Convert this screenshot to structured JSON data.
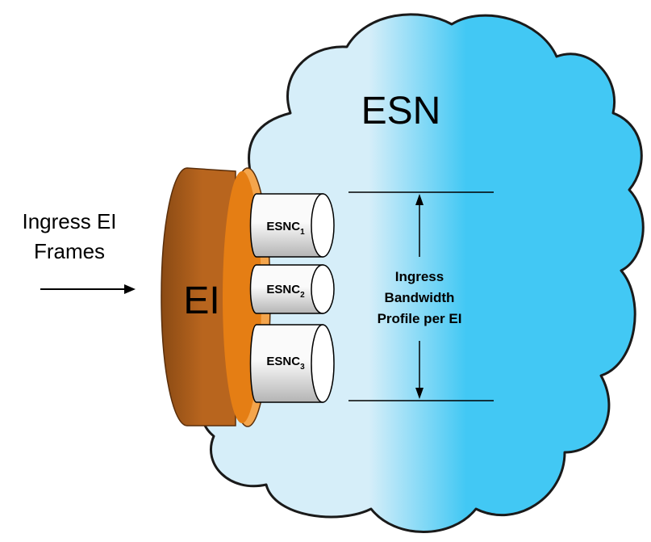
{
  "network": {
    "label": "ESN"
  },
  "ingress": {
    "line1": "Ingress EI",
    "line2": "Frames"
  },
  "interface": {
    "label": "EI"
  },
  "connections": [
    {
      "base": "ESNC",
      "sub": "1"
    },
    {
      "base": "ESNC",
      "sub": "2"
    },
    {
      "base": "ESNC",
      "sub": "3"
    }
  ],
  "profile": {
    "line1": "Ingress",
    "line2": "Bandwidth",
    "line3": "Profile per EI"
  },
  "colors": {
    "cloud": "#42C8F4",
    "cloud_fade": "#D6EEF9",
    "cloud_outline": "#1A1A1A",
    "interface_body": "#B8651E",
    "interface_face": "#E57E14",
    "interface_rim": "#F4A54C",
    "cylinder_light": "#FAFAFA",
    "cylinder_dark": "#B4B4B4"
  },
  "icons": {
    "arrow": "right-arrow-icon",
    "span_arrows": "double-headed-vertical-arrow-icon"
  }
}
